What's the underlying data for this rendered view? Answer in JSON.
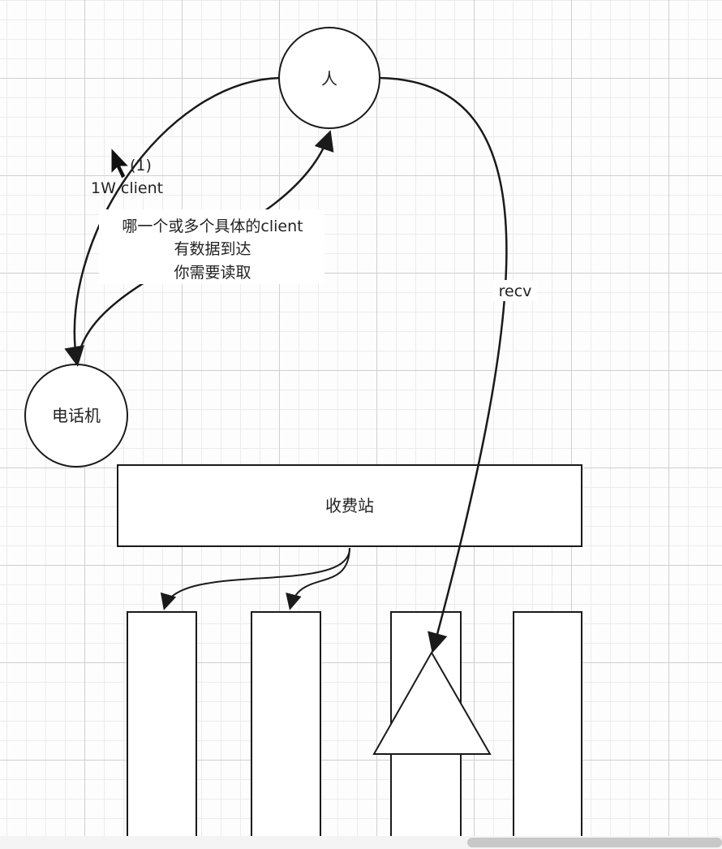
{
  "nodes": {
    "person": "人",
    "phone": "电话机",
    "toll_station": "收费站"
  },
  "labels": {
    "fd_fragment": "(1)",
    "client_count": "1W client",
    "note_line1": "哪一个或多个具体的client",
    "note_line2": "有数据到达",
    "note_line3": "你需要读取",
    "recv": "recv"
  },
  "colors": {
    "stroke": "#1a1a1a",
    "grid_major": "#cfcfcf",
    "grid_minor": "#ececec"
  }
}
